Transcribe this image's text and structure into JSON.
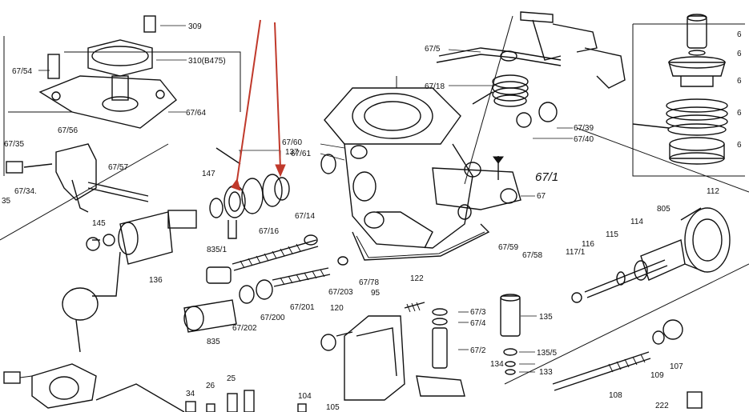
{
  "diagram": {
    "view": "exploded-parts-diagram",
    "group_number": "67/1",
    "arrow_color": "#c0392b",
    "labels": [
      "309",
      "310(B475)",
      "67/54",
      "67/64",
      "67/56",
      "67/35",
      "67/34.",
      "35",
      "67/57",
      "147",
      "137",
      "67/60",
      "67/61",
      "67/5",
      "67/18",
      "67/39",
      "67/40",
      "67",
      "145",
      "136",
      "835/1",
      "67/16",
      "67/14",
      "67/59",
      "67/58",
      "67/203",
      "67/78",
      "95",
      "122",
      "67/201",
      "67/200",
      "67/202",
      "835",
      "120",
      "67/3",
      "67/4",
      "135",
      "67/2",
      "135/5",
      "134",
      "133",
      "117/1",
      "116",
      "115",
      "114",
      "805",
      "112",
      "109",
      "107",
      "108",
      "222",
      "34",
      "26",
      "25",
      "104",
      "105"
    ],
    "right_labels": [
      "6",
      "6",
      "6",
      "6",
      "6"
    ]
  }
}
